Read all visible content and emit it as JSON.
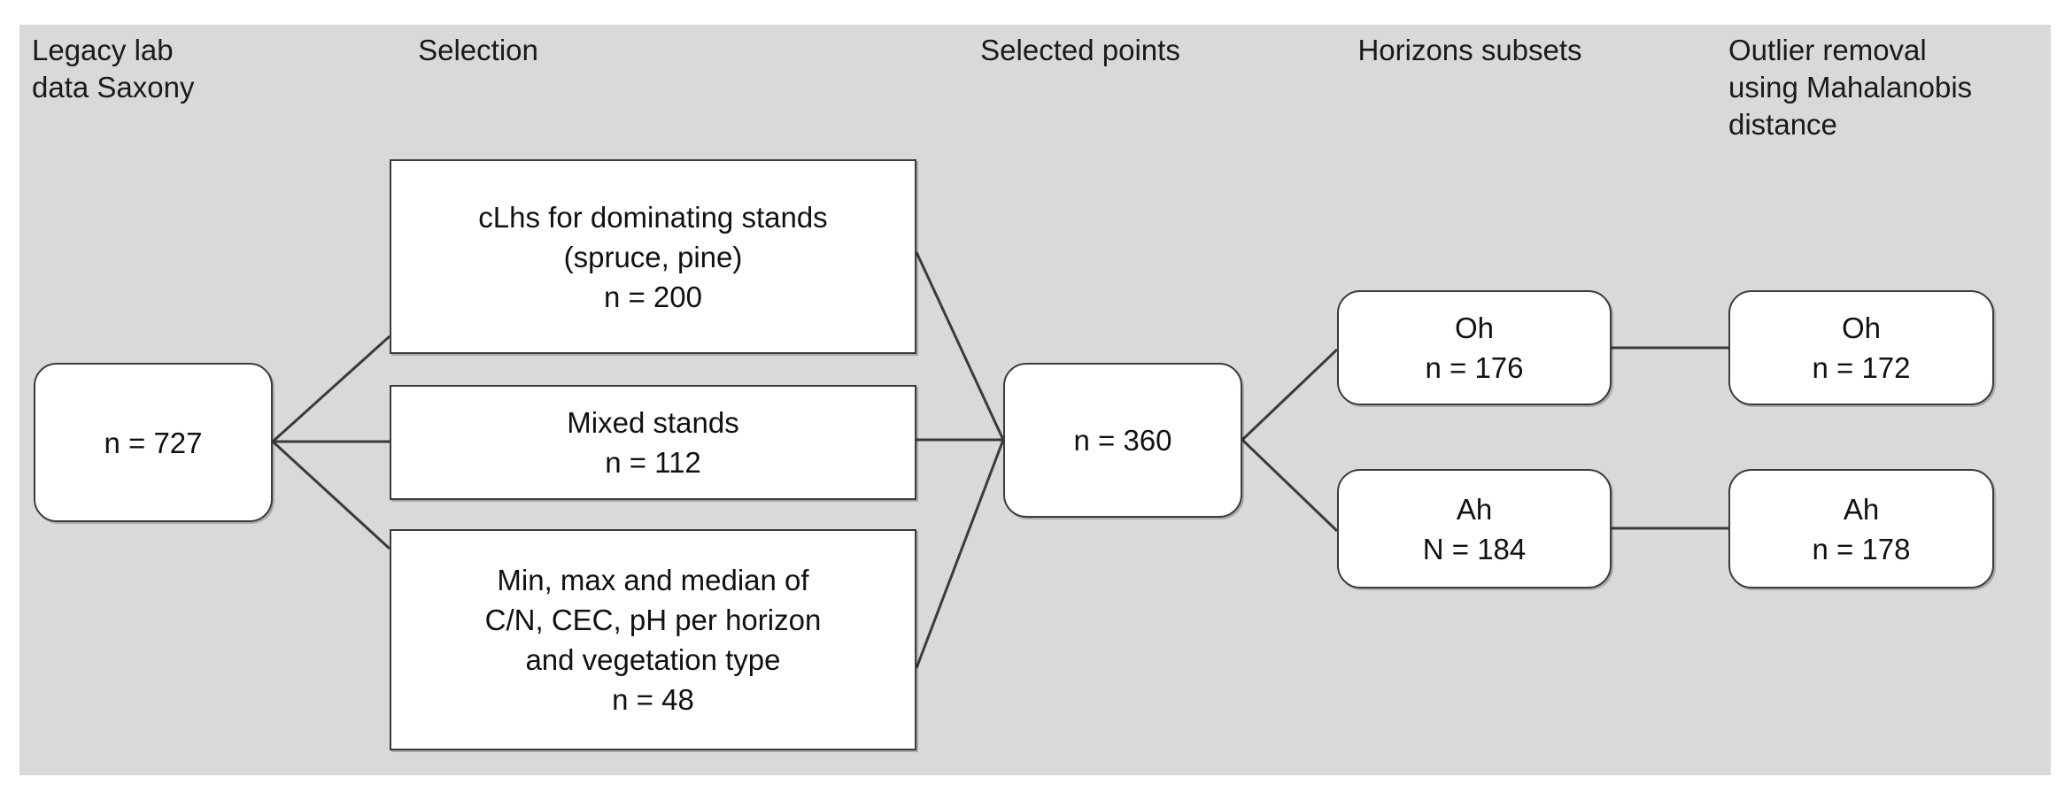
{
  "figure": {
    "type": "flowchart",
    "background_color": "#d9d9d9",
    "node_fill": "#ffffff",
    "node_stroke": "#3b3b3b",
    "text_color": "#111111"
  },
  "headers": {
    "legacy": "Legacy lab\ndata Saxony",
    "selection": "Selection",
    "selected_points": "Selected points",
    "horizons_subsets": "Horizons subsets",
    "outlier_removal": "Outlier removal\nusing Mahalanobis\ndistance"
  },
  "nodes": {
    "source": "n = 727",
    "clhs": "cLhs for dominating stands\n(spruce, pine)\nn = 200",
    "mixed": "Mixed stands\nn = 112",
    "minmax": "Min, max and median of\nC/N, CEC, pH per horizon\nand vegetation type\nn = 48",
    "selected": "n = 360",
    "oh_subset": "Oh\nn = 176",
    "ah_subset": "Ah\nN = 184",
    "oh_clean": "Oh\nn = 172",
    "ah_clean": "Ah\nn = 178"
  },
  "values": {
    "source_n": 727,
    "clhs_n": 200,
    "mixed_n": 112,
    "minmax_n": 48,
    "selected_n": 360,
    "oh_subset_n": 176,
    "ah_subset_n": 184,
    "oh_clean_n": 172,
    "ah_clean_n": 178
  }
}
